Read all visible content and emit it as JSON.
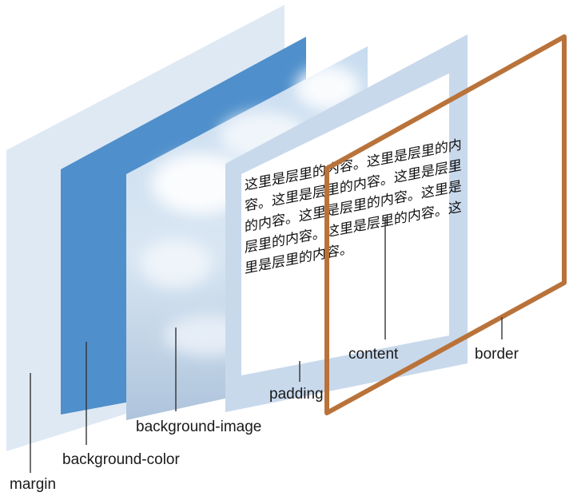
{
  "labels": {
    "margin": "margin",
    "background_color": "background-color",
    "background_image": "background-image",
    "padding": "padding",
    "content": "content",
    "border": "border"
  },
  "content_text": [
    "这里是层里的内容。这里是层里的内",
    "容。这里是层里的内容。这里是层里",
    "的内容。这里是层里的内容。这里是",
    "层里的内容。这里是层里的内容。这",
    "里是层里的内容。"
  ],
  "colors": {
    "margin": "#dfe9f4",
    "background_color": "#4f8fcb",
    "padding": "#c9d9ec",
    "border": "#b9733a",
    "sky": "#b9cfe6"
  }
}
